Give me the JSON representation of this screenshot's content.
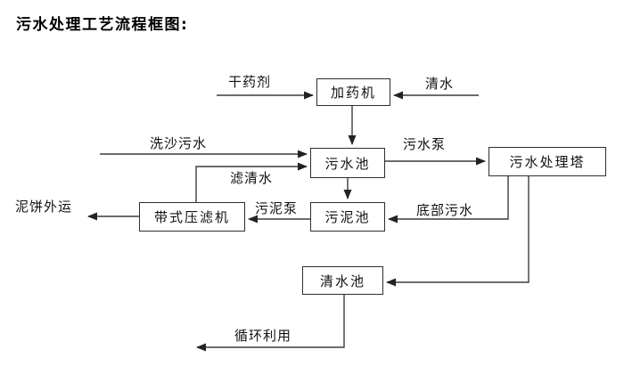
{
  "title": "污水处理工艺流程框图:",
  "colors": {
    "background": "#ffffff",
    "line": "#3c3c3c",
    "text": "#111111",
    "border": "#2e2e2e"
  },
  "nodes": {
    "dosing-machine": {
      "label": "加药机"
    },
    "sewage-pool": {
      "label": "污水池"
    },
    "sewage-treatment-tower": {
      "label": "污水处理塔"
    },
    "sludge-pool": {
      "label": "污泥池"
    },
    "belt-filter-press": {
      "label": "带式压滤机"
    },
    "clean-water-pool": {
      "label": "清水池"
    }
  },
  "edges": [
    {
      "from": "external",
      "to": "dosing-machine",
      "label": "干药剂"
    },
    {
      "from": "external",
      "to": "dosing-machine",
      "label": "清水"
    },
    {
      "from": "dosing-machine",
      "to": "sewage-pool",
      "label": ""
    },
    {
      "from": "external",
      "to": "sewage-pool",
      "label": "洗沙污水"
    },
    {
      "from": "belt-filter-press",
      "to": "sewage-pool",
      "label": "滤清水"
    },
    {
      "from": "sewage-pool",
      "to": "sewage-treatment-tower",
      "label": "污水泵"
    },
    {
      "from": "sewage-pool",
      "to": "sludge-pool",
      "label": ""
    },
    {
      "from": "sludge-pool",
      "to": "belt-filter-press",
      "label": "污泥泵"
    },
    {
      "from": "sewage-treatment-tower",
      "to": "sludge-pool",
      "label": "底部污水"
    },
    {
      "from": "belt-filter-press",
      "to": "external",
      "label": "泥饼外运"
    },
    {
      "from": "sewage-treatment-tower",
      "to": "clean-water-pool",
      "label": ""
    },
    {
      "from": "clean-water-pool",
      "to": "external",
      "label": "循环利用"
    }
  ]
}
